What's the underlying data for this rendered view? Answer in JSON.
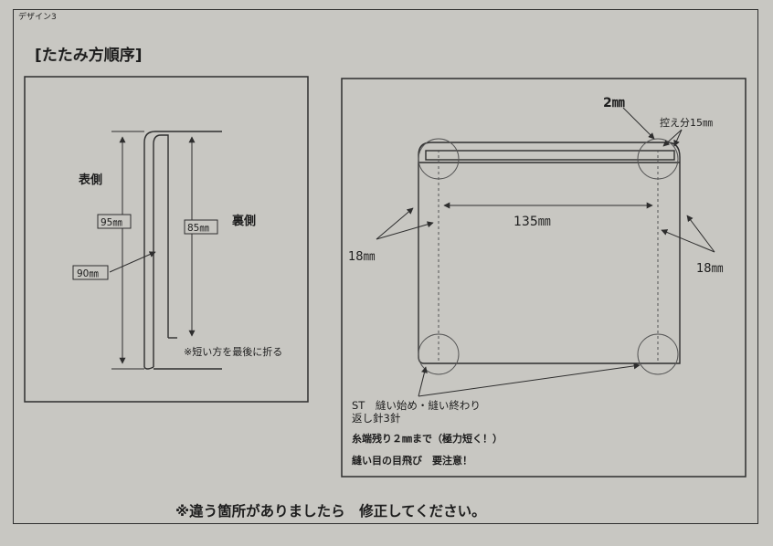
{
  "doc_label": "デザイン3",
  "heading": "[たたみ方順序]",
  "left_panel": {
    "outer_side_label": "表側",
    "inner_side_label": "裏側",
    "dim_95": "95㎜",
    "dim_90": "90㎜",
    "dim_85": "85㎜",
    "fold_note": "※短い方を最後に折る"
  },
  "right_panel": {
    "dim_2mm": "2㎜",
    "margin_note": "控え分15㎜",
    "dim_135": "135㎜",
    "dim_18_left": "18㎜",
    "dim_18_right": "18㎜",
    "stitch_note_1": "ST　縫い始め・縫い終わり",
    "stitch_note_2": "返し針3針",
    "thread_note": "糸端残り２㎜まで（極力短く！）",
    "caution_note": "縫い目の目飛び　要注意！"
  },
  "footer_note": "※違う箇所がありましたら　修正してください。",
  "colors": {
    "paper": "#c8c7c2",
    "ink": "#1d1d1d",
    "line": "#2e2e2e"
  }
}
